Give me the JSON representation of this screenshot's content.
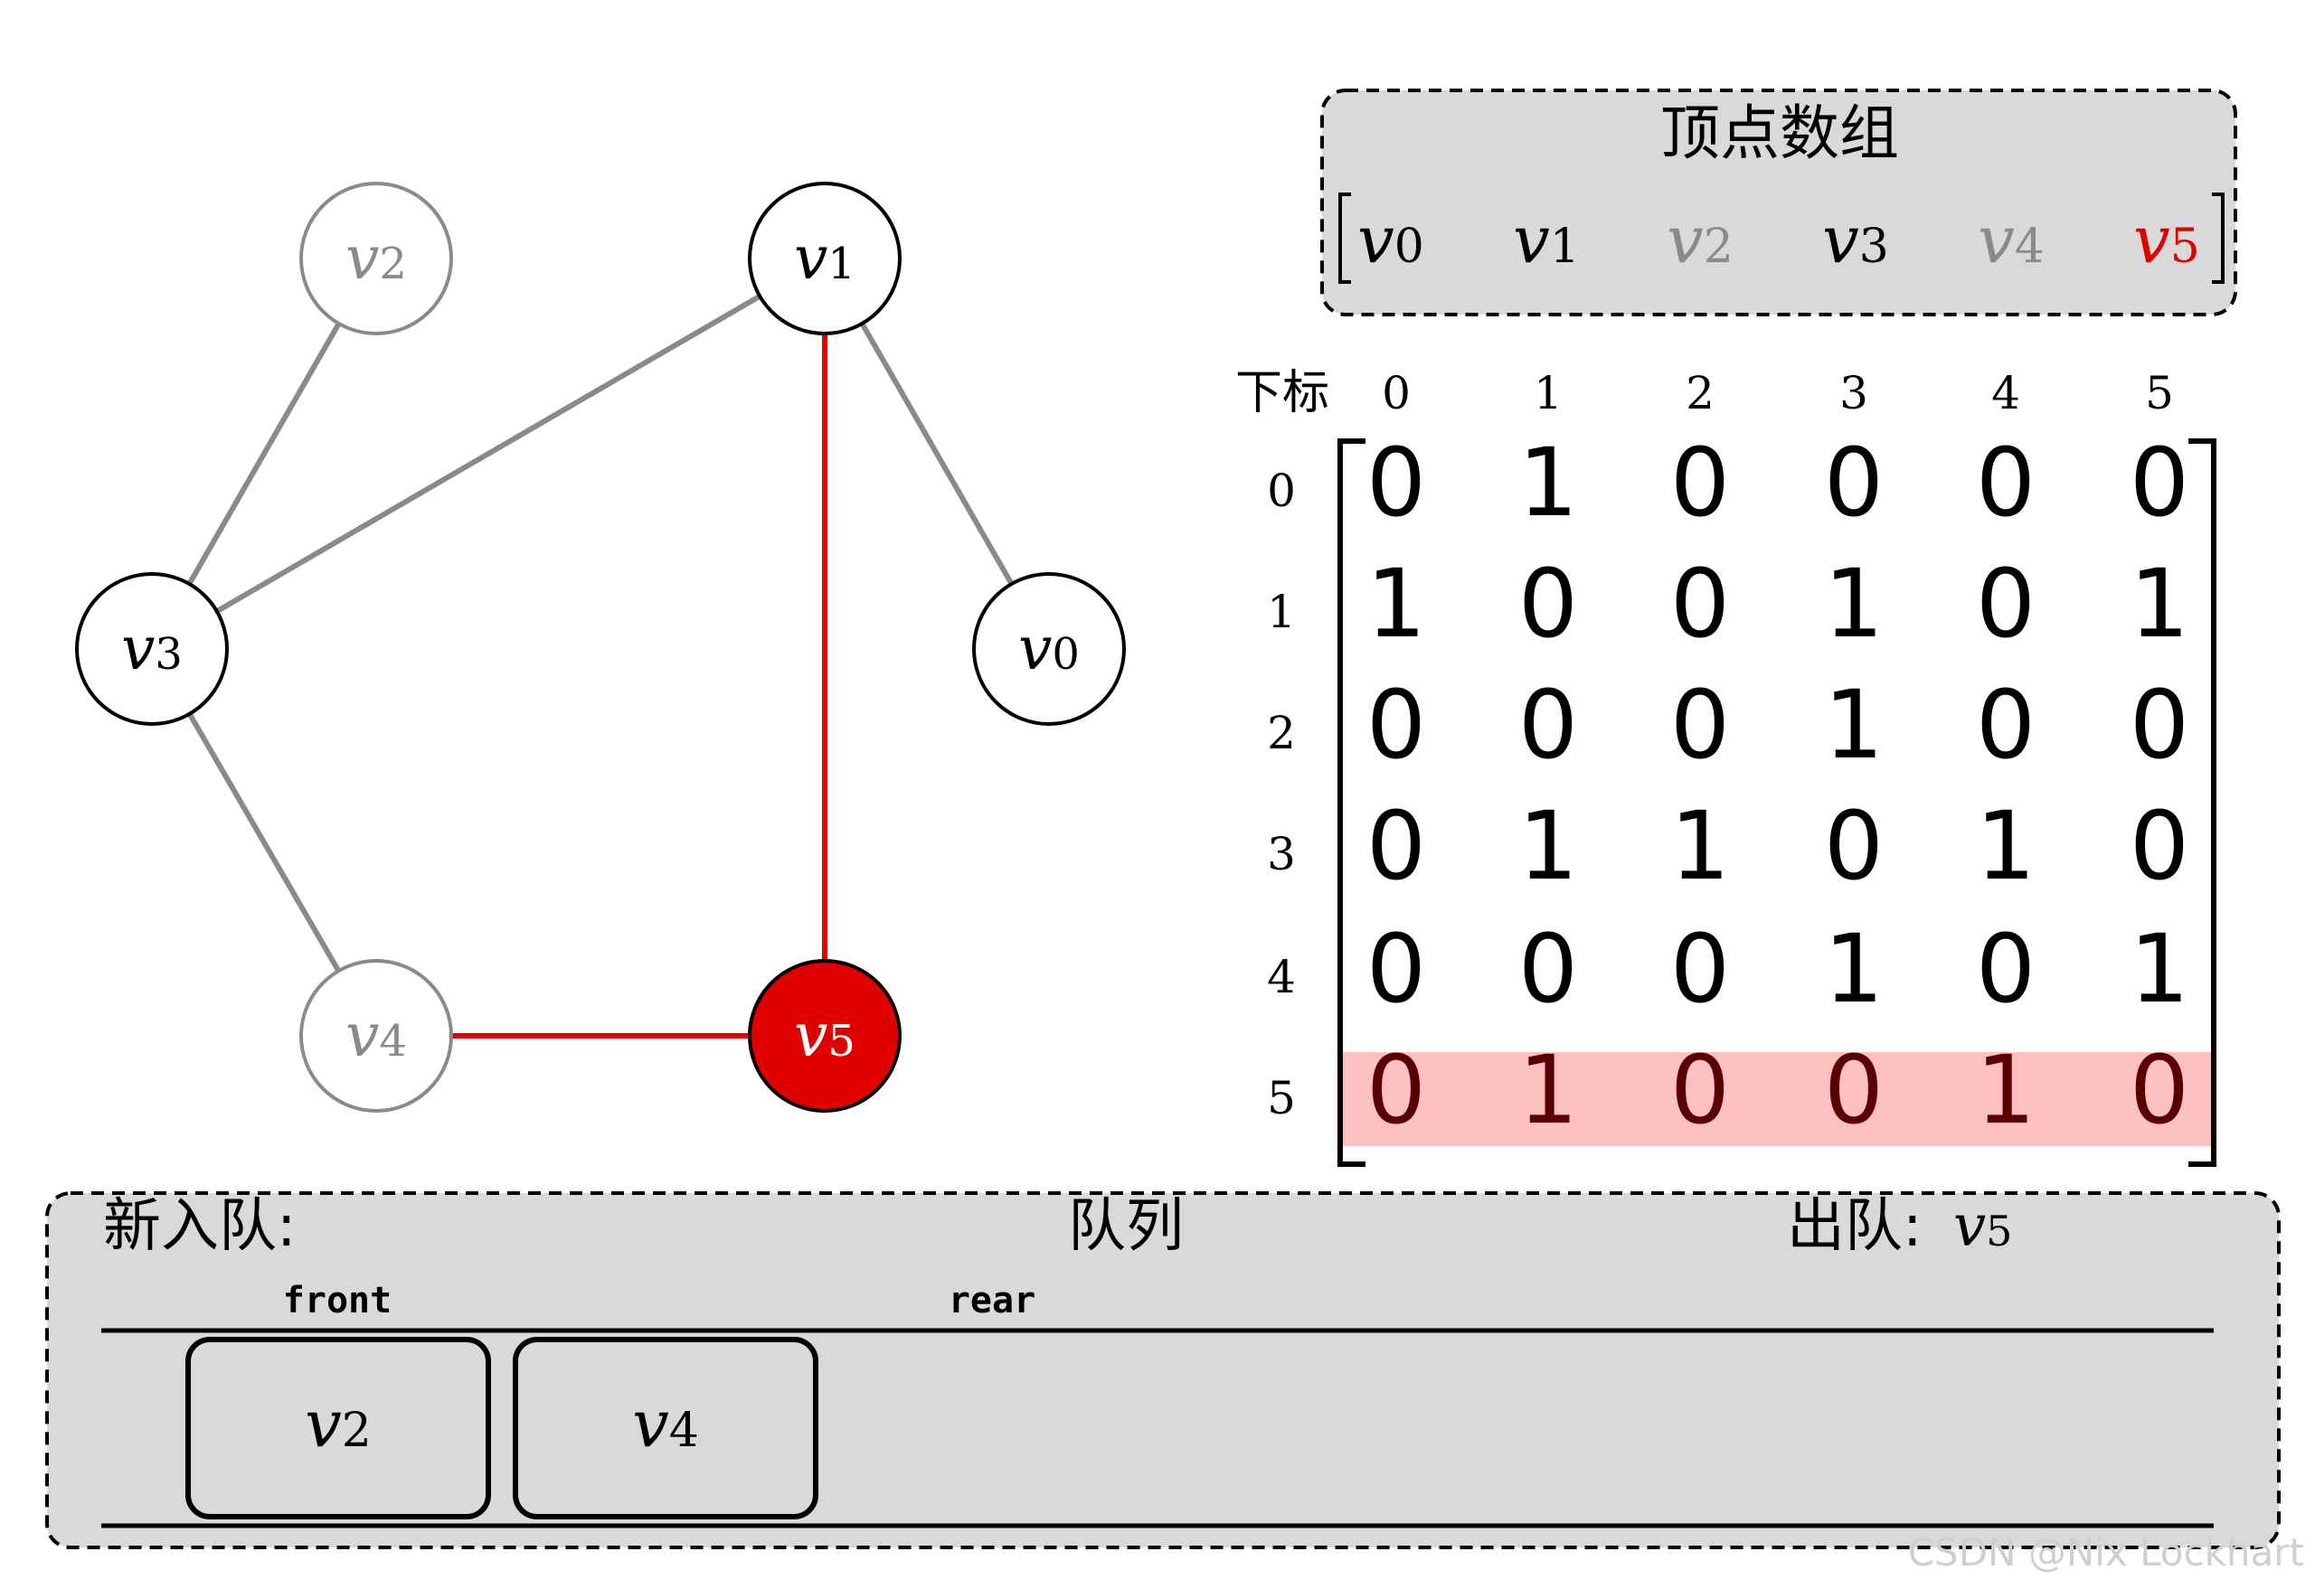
{
  "graph": {
    "vertices": [
      {
        "id": "v0",
        "base": "v",
        "sub": "0",
        "state": "normal"
      },
      {
        "id": "v1",
        "base": "v",
        "sub": "1",
        "state": "normal"
      },
      {
        "id": "v2",
        "base": "v",
        "sub": "2",
        "state": "visited"
      },
      {
        "id": "v3",
        "base": "v",
        "sub": "3",
        "state": "normal"
      },
      {
        "id": "v4",
        "base": "v",
        "sub": "4",
        "state": "visited"
      },
      {
        "id": "v5",
        "base": "v",
        "sub": "5",
        "state": "current"
      }
    ],
    "edges": [
      {
        "from": "v2",
        "to": "v3",
        "state": "gray"
      },
      {
        "from": "v1",
        "to": "v3",
        "state": "gray"
      },
      {
        "from": "v1",
        "to": "v0",
        "state": "gray"
      },
      {
        "from": "v3",
        "to": "v4",
        "state": "gray"
      },
      {
        "from": "v1",
        "to": "v5",
        "state": "red"
      },
      {
        "from": "v4",
        "to": "v5",
        "state": "red"
      }
    ]
  },
  "vertex_array": {
    "title": "顶点数组",
    "items": [
      {
        "base": "v",
        "sub": "0",
        "state": "normal"
      },
      {
        "base": "v",
        "sub": "1",
        "state": "normal"
      },
      {
        "base": "v",
        "sub": "2",
        "state": "visited"
      },
      {
        "base": "v",
        "sub": "3",
        "state": "normal"
      },
      {
        "base": "v",
        "sub": "4",
        "state": "visited"
      },
      {
        "base": "v",
        "sub": "5",
        "state": "current"
      }
    ]
  },
  "matrix": {
    "index_label": "下标",
    "col_indices": [
      "0",
      "1",
      "2",
      "3",
      "4",
      "5"
    ],
    "row_indices": [
      "0",
      "1",
      "2",
      "3",
      "4",
      "5"
    ],
    "rows": [
      [
        0,
        1,
        0,
        0,
        0,
        0
      ],
      [
        1,
        0,
        0,
        1,
        0,
        1
      ],
      [
        0,
        0,
        0,
        1,
        0,
        0
      ],
      [
        0,
        1,
        1,
        0,
        1,
        0
      ],
      [
        0,
        0,
        0,
        1,
        0,
        1
      ],
      [
        0,
        1,
        0,
        0,
        1,
        0
      ]
    ],
    "highlight_row": 5
  },
  "queue": {
    "enqueue_label": "新入队:",
    "title": "队列",
    "dequeue_label": "出队:",
    "dequeue_value": {
      "base": "v",
      "sub": "5"
    },
    "front_label": "front",
    "rear_label": "rear",
    "items": [
      {
        "base": "v",
        "sub": "2"
      },
      {
        "base": "v",
        "sub": "4"
      }
    ]
  },
  "watermark": "CSDN @Nix Lockhart",
  "colors": {
    "red": "#e00000",
    "gray": "#8a8a8a",
    "panel": "#d9d9d9",
    "highlight": "#ffc0c0",
    "dark_red": "#5a0000"
  }
}
